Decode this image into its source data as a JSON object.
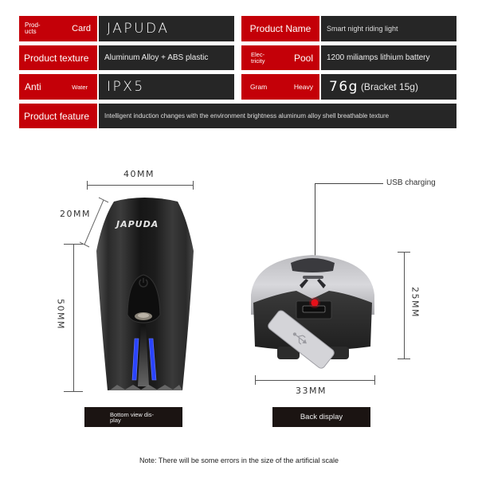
{
  "spec_table": {
    "rows": [
      {
        "left_label_a": "Prod-\nucts",
        "left_label_b": "Card",
        "left_value": "JAPUDA",
        "right_label": "Product Name",
        "right_value": "Smart night riding light"
      },
      {
        "left_label": "Product texture",
        "left_value": "Aluminum Alloy + ABS plastic",
        "right_label_a": "Elec-\ntricity",
        "right_label_b": "Pool",
        "right_value": "1200 miliamps lithium battery"
      },
      {
        "left_label_a": "Anti",
        "left_label_b": "Water",
        "left_value": "IPX5",
        "right_label_a": "Gram",
        "right_label_b": "Heavy",
        "right_value_main": "76g",
        "right_value_sub": "(Bracket 15g)"
      },
      {
        "label": "Product feature",
        "value": "Intelligent induction changes with the environment brightness aluminum alloy shell breathable texture"
      }
    ],
    "colors": {
      "label_bg": "#c40008",
      "value_bg": "#262626"
    }
  },
  "front_view": {
    "brand_logo": "JAPUDA",
    "dim_width": "40MM",
    "dim_top_edge": "20MM",
    "dim_height": "50MM",
    "caption": "Bottom view dis-\nplay",
    "icons": [
      "power-icon"
    ],
    "led_color": "#2a44ff"
  },
  "back_view": {
    "callout": "USB charging",
    "dim_width": "33MM",
    "dim_height": "25MM",
    "caption": "Back display",
    "icons": [
      "usb-icon"
    ],
    "port_dot_color": "#e8101a"
  },
  "note": "Note: There will be some errors in the size of the artificial scale"
}
